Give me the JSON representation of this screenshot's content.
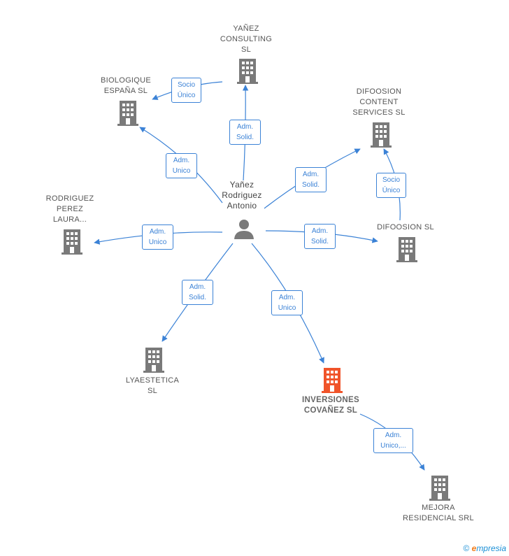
{
  "colors": {
    "edge": "#3b82d6",
    "node": "#7a7a7a",
    "focus": "#f0542a"
  },
  "nodes": {
    "yanez_consulting": "YAÑEZ\nCONSULTING\nSL",
    "biologique": "BIOLOGIQUE\nESPAÑA  SL",
    "difoosion_content": "DIFOOSION\nCONTENT\nSERVICES  SL",
    "rodriguez": "RODRIGUEZ\nPEREZ\nLAURA...",
    "person": "Yañez\nRodriguez\nAntonio",
    "difoosion": "DIFOOSION SL",
    "lyaestetica": "LYAESTETICA\nSL",
    "inversiones": "INVERSIONES\nCOVAÑEZ  SL",
    "mejora": "MEJORA\nRESIDENCIAL SRL"
  },
  "edges": {
    "socio_biologique": "Socio\nÚnico",
    "adm_consulting": "Adm.\nSolid.",
    "adm_biologique": "Adm.\nUnico",
    "adm_content": "Adm.\nSolid.",
    "socio_content": "Socio\nÚnico",
    "adm_rodriguez": "Adm.\nUnico",
    "adm_difoosion": "Adm.\nSolid.",
    "adm_lyaestetica": "Adm.\nSolid.",
    "adm_inversiones": "Adm.\nUnico",
    "adm_mejora": "Adm.\nUnico,..."
  },
  "footer": {
    "copyright": "©",
    "brand_e": "e",
    "brand_rest": "mpresia"
  }
}
